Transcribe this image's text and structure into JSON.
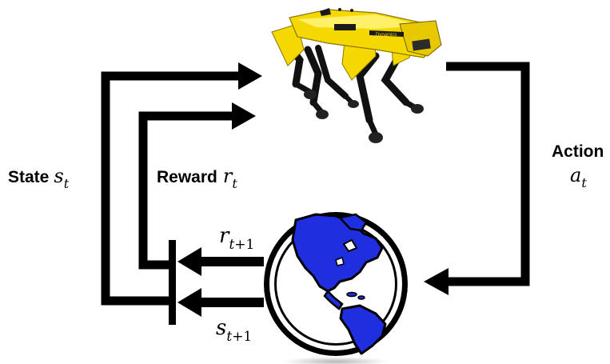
{
  "labels": {
    "state_word": "State",
    "state_var": "s",
    "state_sub": "t",
    "reward_word": "Reward",
    "reward_var": "r",
    "reward_sub": "t",
    "action_word": "Action",
    "action_var": "a",
    "action_sub": "t",
    "next_reward_var": "r",
    "next_reward_sub_var": "t",
    "next_reward_sub_rest": "+1",
    "next_state_var": "s",
    "next_state_sub_var": "t",
    "next_state_sub_rest": "+1"
  },
  "images": {
    "agent": "robot-dog",
    "environment": "globe-americas"
  },
  "colors": {
    "arrow": "#000000",
    "robot_body": "#f5d800",
    "robot_legs": "#111111",
    "globe_land": "#1f2fe0",
    "globe_ocean": "#ffffff"
  }
}
